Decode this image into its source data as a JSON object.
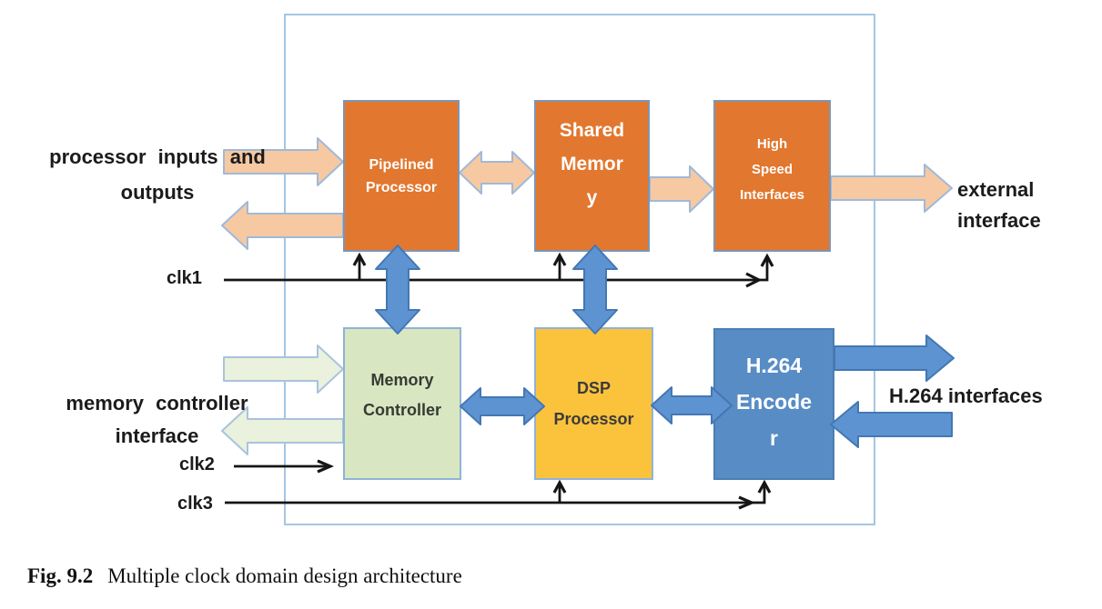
{
  "figure": {
    "caption_label": "Fig. 9.2",
    "caption_text": "Multiple clock domain design architecture"
  },
  "blocks": {
    "pipelined_processor": {
      "lines": [
        "Pipelined",
        "Processor"
      ]
    },
    "shared_memory": {
      "lines": [
        "Shared",
        "Memor",
        "y"
      ]
    },
    "high_speed_interfaces": {
      "lines": [
        "High",
        "Speed",
        "Interfaces"
      ]
    },
    "memory_controller": {
      "lines": [
        "Memory",
        "Controller"
      ]
    },
    "dsp_processor": {
      "lines": [
        "DSP",
        "Processor"
      ]
    },
    "h264_encoder": {
      "lines": [
        "H.264",
        "Encode",
        "r"
      ]
    }
  },
  "labels": {
    "processor_io_line1": "processor",
    "processor_io_line2": "inputs and outputs",
    "memory_controller_line1": "memory controller",
    "memory_controller_line2": "interface",
    "external_interface_line1": "external",
    "external_interface_line2": "interface",
    "h264_interfaces": "H.264 interfaces",
    "clk1": "clk1",
    "clk2": "clk2",
    "clk3": "clk3"
  },
  "colors": {
    "processor_block_orange": "#e2772f",
    "memory_controller_green": "#d9e6c2",
    "dsp_yellow": "#fbc33c",
    "h264_blue": "#588cc5",
    "peach_arrow": "#f6c9a2",
    "pale_green_arrow": "#eaf1dc",
    "blue_arrow": "#5e93d1",
    "boundary_box": "#a5c6e4",
    "clock_line": "#151515"
  }
}
